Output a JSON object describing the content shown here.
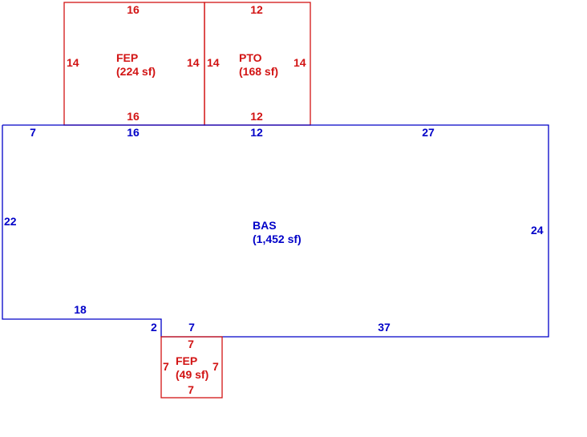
{
  "colors": {
    "bas": "#0000c8",
    "fep": "#d21414",
    "background": "#ffffff"
  },
  "areas": {
    "bas": {
      "code": "BAS",
      "area": "(1,452 sf)"
    },
    "fep_top": {
      "code": "FEP",
      "area": "(224 sf)"
    },
    "pto": {
      "code": "PTO",
      "area": "(168 sf)"
    },
    "fep_bottom": {
      "code": "FEP",
      "area": "(49 sf)"
    }
  },
  "dimensions": {
    "bas": {
      "left_top": "7",
      "top_mid1": "16",
      "top_mid2": "12",
      "top_right": "27",
      "left": "22",
      "right": "24",
      "step_top": "18",
      "step_side": "2",
      "bottom_left": "7",
      "bottom_right": "37"
    },
    "fep_top": {
      "top": "16",
      "bottom": "16",
      "left": "14",
      "right": "14"
    },
    "pto": {
      "top": "12",
      "bottom": "12",
      "left": "14",
      "right": "14"
    },
    "fep_bottom": {
      "top": "7",
      "bottom": "7",
      "left": "7",
      "right": "7"
    }
  }
}
